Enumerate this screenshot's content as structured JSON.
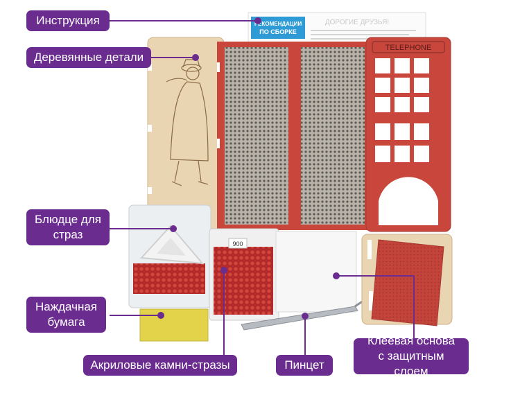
{
  "labels": {
    "instruction": "Инструкция",
    "wooden_parts": "Деревянные детали",
    "rhinestone_tray": [
      "Блюдце для",
      "страз"
    ],
    "sandpaper": [
      "Наждачная",
      "бумага"
    ],
    "acrylic_stones": "Акриловые камни-стразы",
    "tweezers": "Пинцет",
    "adhesive_base": [
      "Клеевая основа",
      "с защитным слоем"
    ]
  },
  "product_texts": {
    "booklet_tab_title": [
      "РЕКОМЕНДАЦИИ",
      "ПО СБОРКЕ"
    ],
    "booklet_heading": "ДОРОГИЕ ДРУЗЬЯ!",
    "phone_booth_sign": "TELEPHONE",
    "stone_bag_number": "900"
  },
  "colors": {
    "label_bg": "#6a2c8e",
    "label_text": "#ffffff",
    "callout_line": "#6a2c8e",
    "plywood": "#ead5b3",
    "red_panel": "#c8463c",
    "stones": "#b22a2a"
  }
}
